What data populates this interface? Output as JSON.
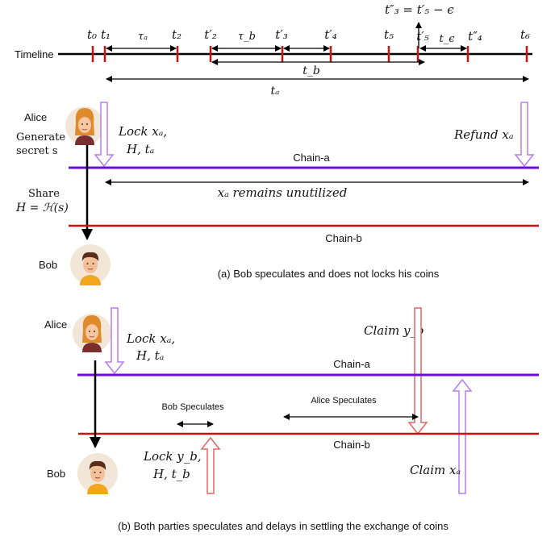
{
  "timeline": {
    "label": "Timeline",
    "ticks": {
      "t0": "t₀",
      "t1": "t₁",
      "t2": "t₂",
      "t2p": "t′₂",
      "t3p": "t′₃",
      "t4p": "t′₄",
      "t5": "t₅",
      "t5p": "t′₅",
      "t4pp": "t″₄",
      "t6": "t₆"
    },
    "annotation_top": "t″₃ = t′₅ − ϵ",
    "spans": {
      "tau_a": "τₐ",
      "tau_b": "τ_b",
      "t_eps": "t_ϵ",
      "t_b": "t_b",
      "t_a": "tₐ"
    }
  },
  "panel_a": {
    "alice_label": "Alice",
    "generate_line1": "Generate",
    "generate_line2": "secret s",
    "lock_line1": "Lock xₐ,",
    "lock_line2": "H, tₐ",
    "refund": "Refund xₐ",
    "chain_a": "Chain-a",
    "unutilized": "xₐ remains unutilized",
    "share_line1": "Share",
    "share_line2": "H = ℋ(s)",
    "chain_b": "Chain-b",
    "bob_label": "Bob",
    "caption": "(a) Bob speculates and does not locks his coins"
  },
  "panel_b": {
    "alice_label": "Alice",
    "lock_line1": "Lock xₐ,",
    "lock_line2": "H, tₐ",
    "claim_yb": "Claim y_b",
    "chain_a": "Chain-a",
    "bob_speculates": "Bob Speculates",
    "alice_speculates": "Alice Speculates",
    "chain_b": "Chain-b",
    "bob_lock_line1": "Lock y_b,",
    "bob_lock_line2": "H, t_b",
    "claim_xa": "Claim xₐ",
    "bob_label": "Bob",
    "caption": "(b) Both parties speculates and delays in settling the exchange of coins"
  },
  "colors": {
    "chain_a": "#6a0dd8",
    "chain_b": "#cc1111",
    "tick": "#cc1111",
    "purple_arrow": "#b57ee8",
    "red_arrow": "#e06666"
  },
  "icons": {
    "alice": "woman-avatar-icon",
    "bob": "man-avatar-icon"
  }
}
